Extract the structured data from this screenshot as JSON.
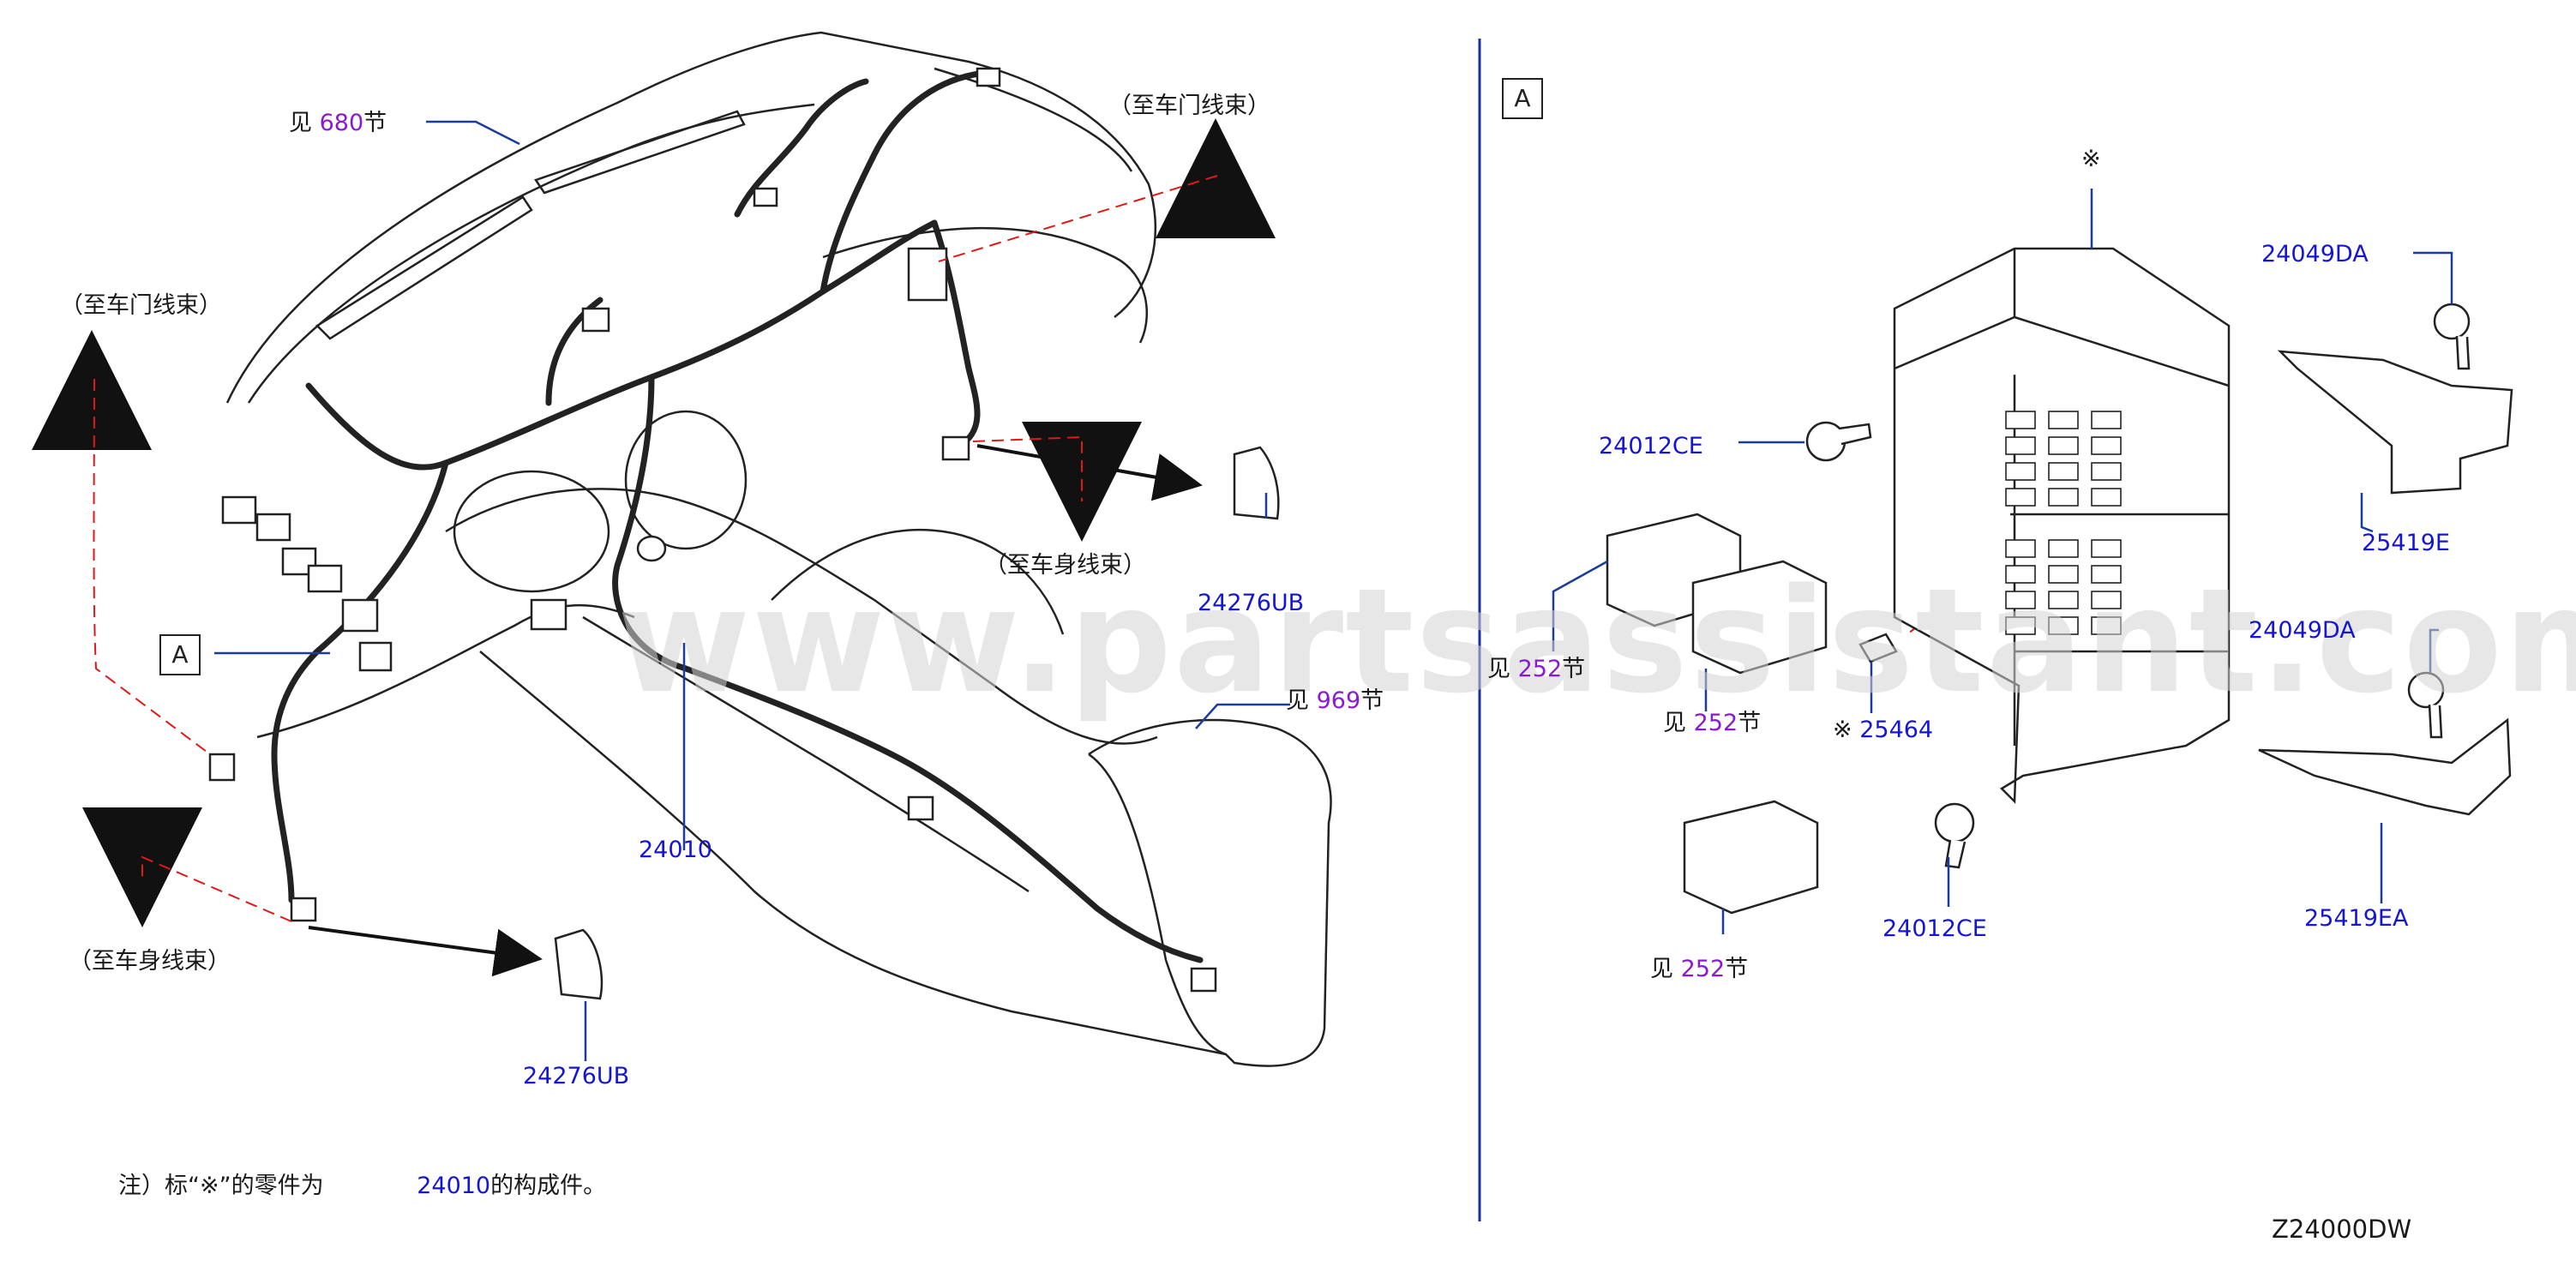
{
  "diagram_code": "Z24000DW",
  "watermark": "www.partsassistant.com",
  "section_divider_box": "A",
  "callout_box_left": "A",
  "notes": {
    "prefix": "注）标“",
    "symbol": "※",
    "middle": "”的零件为",
    "part_ref": "24010",
    "suffix": "的构成件。"
  },
  "left_labels": {
    "see_680_prefix": "见",
    "see_680_num": "680",
    "see_680_suffix": "节",
    "to_door_harness_right": "（至车门线束）",
    "to_door_harness_left": "（至车门线束）",
    "to_body_harness_right": "（至车身线束）",
    "to_body_harness_left": "（至车身线束）",
    "part_24276UB_right": "24276UB",
    "part_24276UB_left": "24276UB",
    "part_24010": "24010",
    "see_969_prefix": "见",
    "see_969_num": "969",
    "see_969_suffix": "节"
  },
  "right_labels": {
    "asterisk_mark": "※",
    "part_24049DA_top": "24049DA",
    "part_25419E": "25419E",
    "part_24012CE_top": "24012CE",
    "see_252_a_prefix": "见",
    "see_252_a_num": "252",
    "see_252_a_suffix": "节",
    "see_252_b_prefix": "见",
    "see_252_b_num": "252",
    "see_252_b_suffix": "节",
    "part_25464_mark": "※",
    "part_25464": "25464",
    "part_24049DA_bottom": "24049DA",
    "part_24012CE_bottom": "24012CE",
    "part_25419EA": "25419EA",
    "see_252_c_prefix": "见",
    "see_252_c_num": "252",
    "see_252_c_suffix": "节"
  },
  "colors": {
    "part_link": "#1515d6",
    "section_link": "#8a1ad1",
    "divider": "#1a2f9c",
    "leader": "#1a3c9c",
    "dashed": "#e01818",
    "line": "#222222"
  }
}
